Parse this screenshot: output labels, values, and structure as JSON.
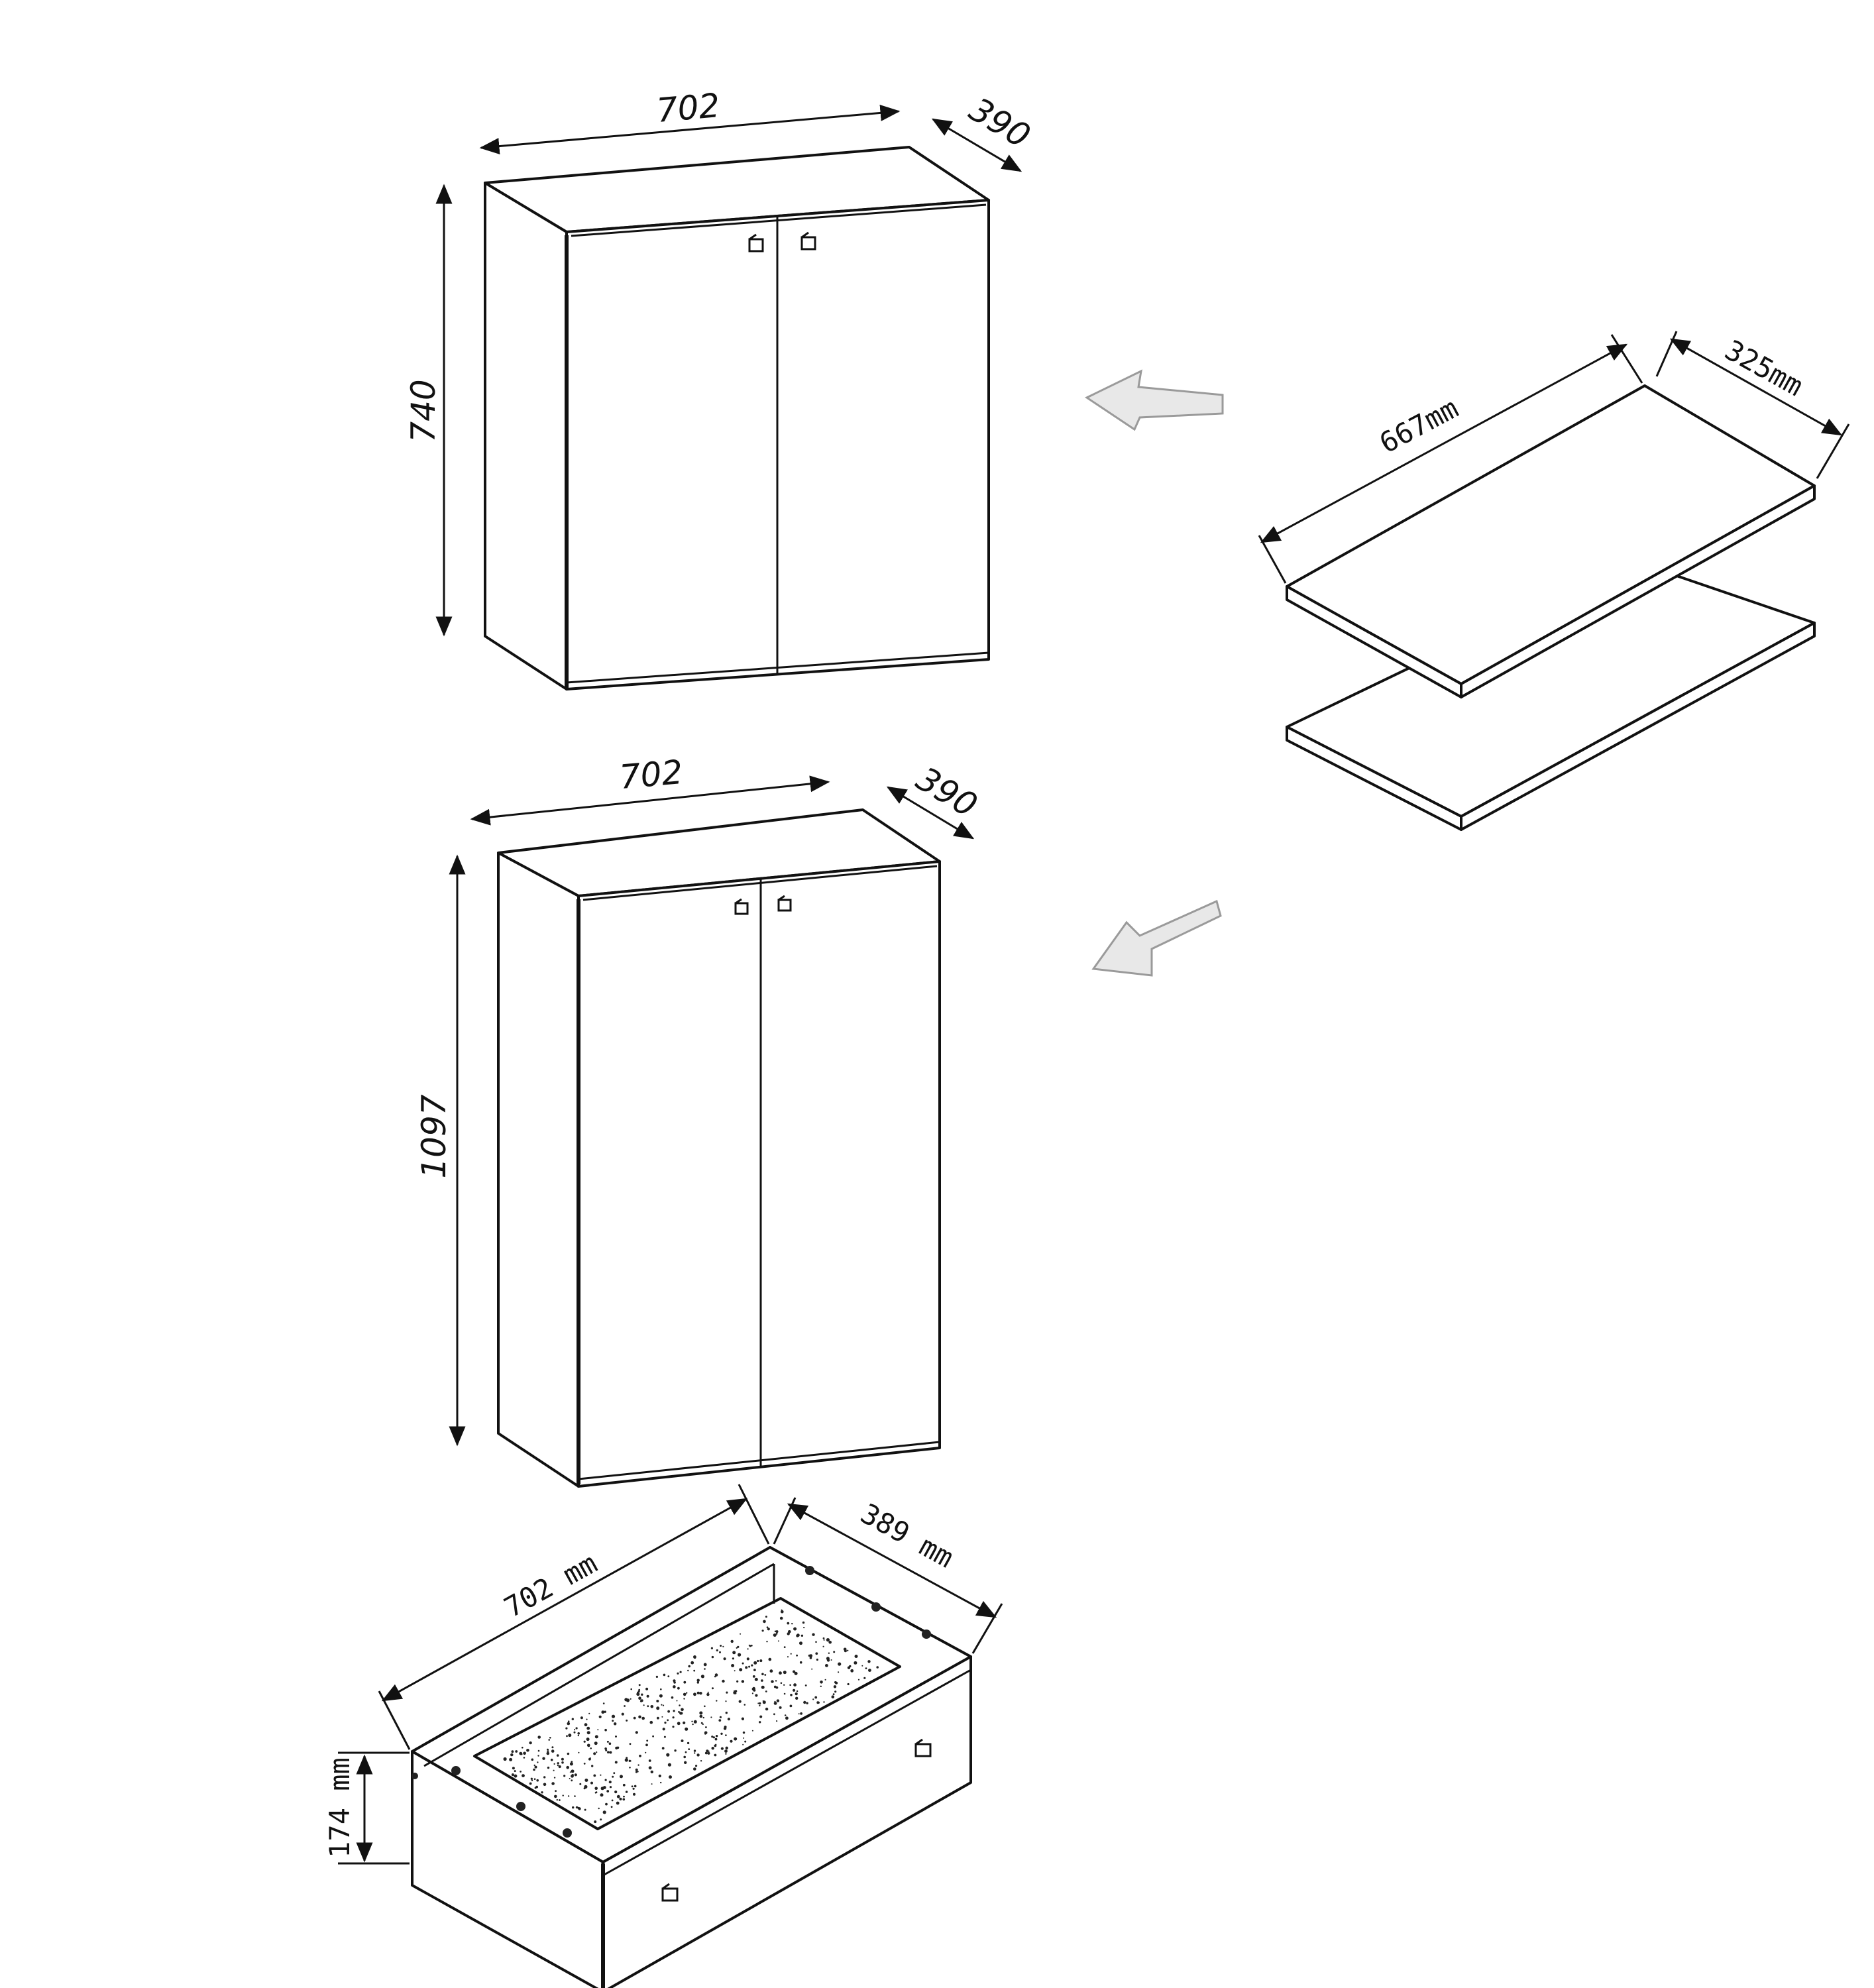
{
  "cabinet_small": {
    "width_label": "702",
    "depth_label": "390",
    "height_label": "740"
  },
  "cabinet_tall": {
    "width_label": "702",
    "depth_label": "390",
    "height_label": "1097"
  },
  "shelves": {
    "length_label": "667mm",
    "depth_label": "325mm"
  },
  "drawer": {
    "width_label": "702 mm",
    "depth_label": "389 mm",
    "height_label": "174 mm"
  },
  "colors": {
    "line": "#111111",
    "arrow_fill": "#e8e8e8",
    "arrow_stroke": "#9a9a9a"
  }
}
